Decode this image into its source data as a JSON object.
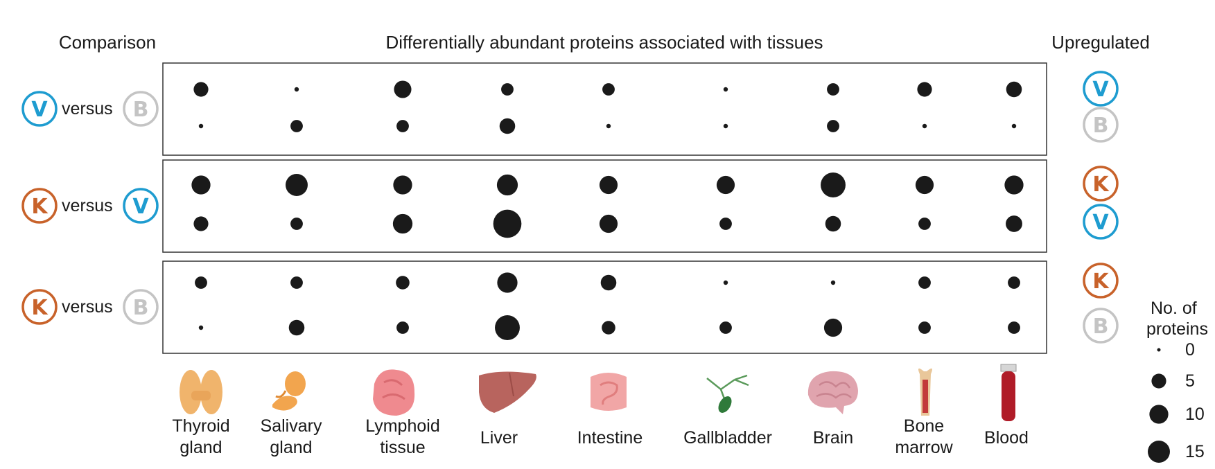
{
  "colors": {
    "V": "#1e9cd0",
    "K": "#c8622a",
    "B": "#c4c4c4",
    "dot": "#1a1a1a"
  },
  "headers": {
    "comparison": "Comparison",
    "title": "Differentially abundant proteins associated with tissues",
    "upregulated": "Upregulated"
  },
  "versus_word": "versus",
  "badges": {
    "V": "V",
    "K": "K",
    "B": "B"
  },
  "tissue_icons": [
    "thyroid-icon",
    "salivary-gland-icon",
    "lymphoid-tissue-icon",
    "liver-icon",
    "intestine-icon",
    "gallbladder-icon",
    "brain-icon",
    "bone-marrow-icon",
    "blood-tube-icon"
  ],
  "chart_data": {
    "type": "scatter",
    "title": "Differentially abundant proteins associated with tissues",
    "categories": [
      [
        "Thyroid",
        "gland"
      ],
      [
        "Salivary",
        "gland"
      ],
      [
        "Lymphoid",
        "tissue"
      ],
      [
        "Liver"
      ],
      [
        "Intestine"
      ],
      [
        "Gallbladder"
      ],
      [
        "Brain"
      ],
      [
        "Bone",
        "marrow"
      ],
      [
        "Blood"
      ]
    ],
    "comparisons": [
      {
        "left": "V",
        "right": "B",
        "rows": [
          {
            "upregulated": "V",
            "values": [
              5,
              0,
              8,
              3,
              3,
              0,
              3,
              5,
              6
            ]
          },
          {
            "upregulated": "B",
            "values": [
              0,
              3,
              3,
              6,
              0,
              0,
              3,
              0,
              0
            ]
          }
        ]
      },
      {
        "left": "K",
        "right": "V",
        "rows": [
          {
            "upregulated": "K",
            "values": [
              10,
              15,
              10,
              13,
              9,
              9,
              20,
              9,
              10
            ]
          },
          {
            "upregulated": "V",
            "values": [
              5,
              3,
              11,
              27,
              9,
              3,
              6,
              3,
              7
            ]
          }
        ]
      },
      {
        "left": "K",
        "right": "B",
        "rows": [
          {
            "upregulated": "K",
            "values": [
              3,
              3,
              4,
              12,
              6,
              0,
              0,
              3,
              3
            ]
          },
          {
            "upregulated": "B",
            "values": [
              0,
              6,
              3,
              20,
              4,
              3,
              9,
              3,
              3
            ]
          }
        ]
      }
    ],
    "legend": {
      "title": [
        "No. of",
        "proteins"
      ],
      "entries": [
        {
          "value": 0,
          "label": "0"
        },
        {
          "value": 5,
          "label": "5"
        },
        {
          "value": 10,
          "label": "10"
        },
        {
          "value": 15,
          "label": "15"
        }
      ],
      "placement": "bottom-right"
    }
  }
}
